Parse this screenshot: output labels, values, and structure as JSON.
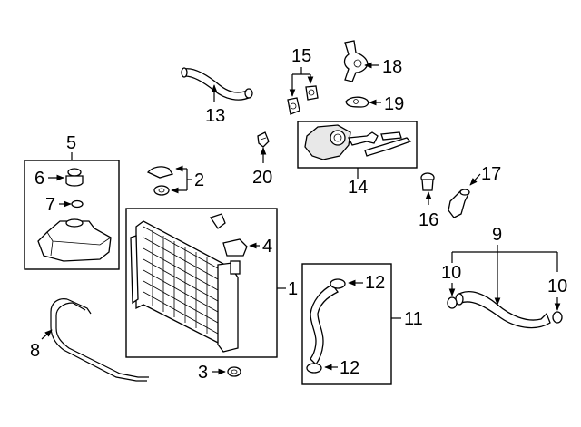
{
  "callouts": {
    "c1": "1",
    "c2": "2",
    "c3": "3",
    "c4": "4",
    "c5": "5",
    "c6": "6",
    "c7": "7",
    "c8": "8",
    "c9": "9",
    "c10a": "10",
    "c10b": "10",
    "c11": "11",
    "c12a": "12",
    "c12b": "12",
    "c13": "13",
    "c14": "14",
    "c15": "15",
    "c16": "16",
    "c17": "17",
    "c18": "18",
    "c19": "19",
    "c20": "20"
  }
}
